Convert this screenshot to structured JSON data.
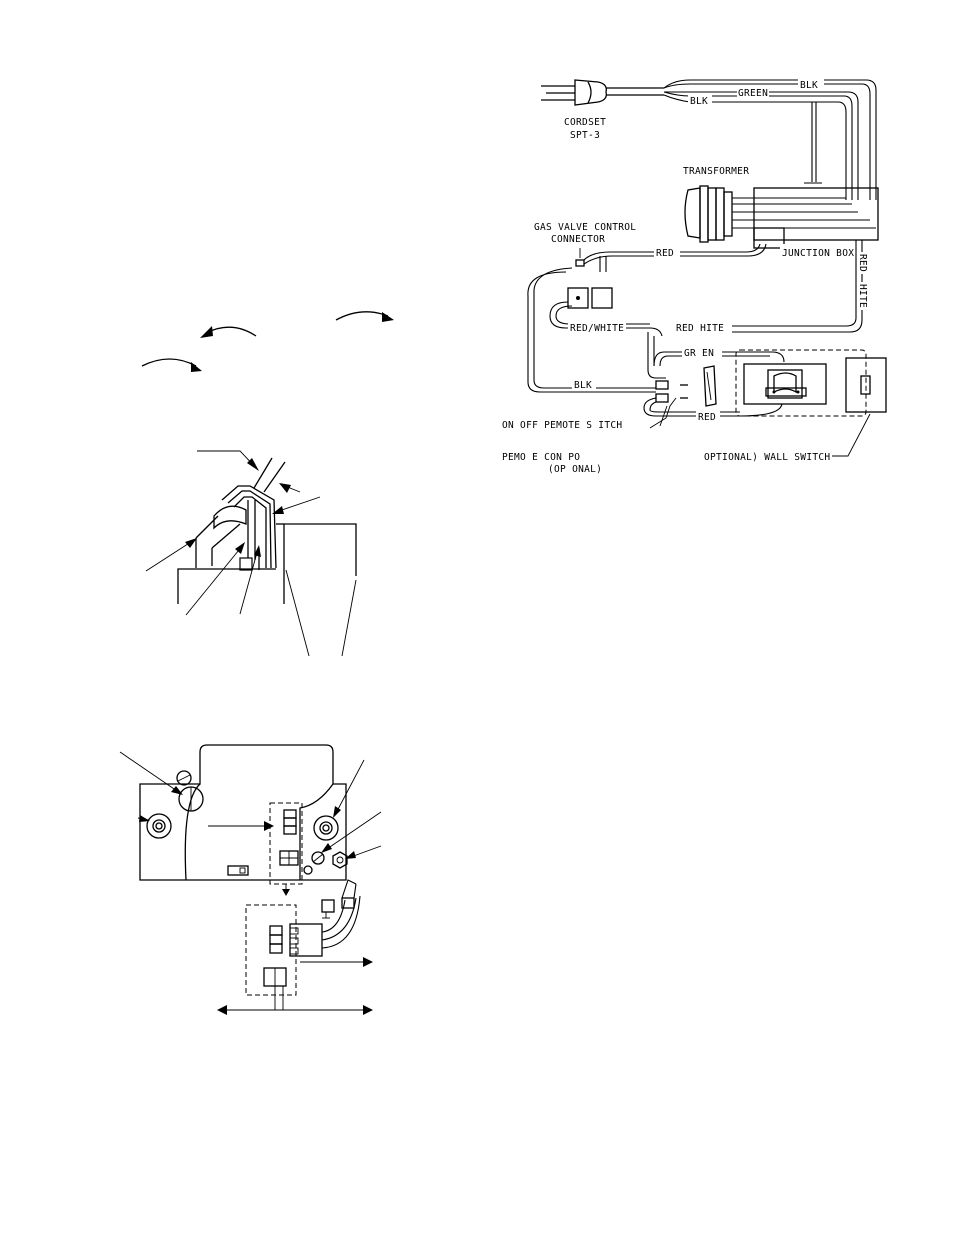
{
  "wiring": {
    "cordset_label": "CORDSET",
    "cordset_type": "SPT-3",
    "wire_blk_top": "BLK",
    "wire_green_top": "GREEN",
    "wire_blk_second": "BLK",
    "transformer_label": "TRANSFORMER",
    "gas_valve_label_line1": "GAS VALVE CONTROL",
    "gas_valve_label_line2": "CONNECTOR",
    "wire_red_gas": "RED",
    "junction_box_label": "JUNCTION BOX",
    "wire_red_right": "RED",
    "wire_hite_right": "HITE",
    "wire_red_white": "RED/WHITE",
    "wire_red_hite": "RED  HITE",
    "wire_green_low": "GR EN",
    "wire_blk_low": "BLK",
    "wire_red_low": "RED",
    "onoff_switch_label": "ON OFF PEMOTE S ITCH",
    "remote_label_line1": "PEMO E CON PO",
    "remote_label_line2": "(OP  ONAL)",
    "wall_switch_label": "OPTIONAL) WALL SWITCH"
  }
}
